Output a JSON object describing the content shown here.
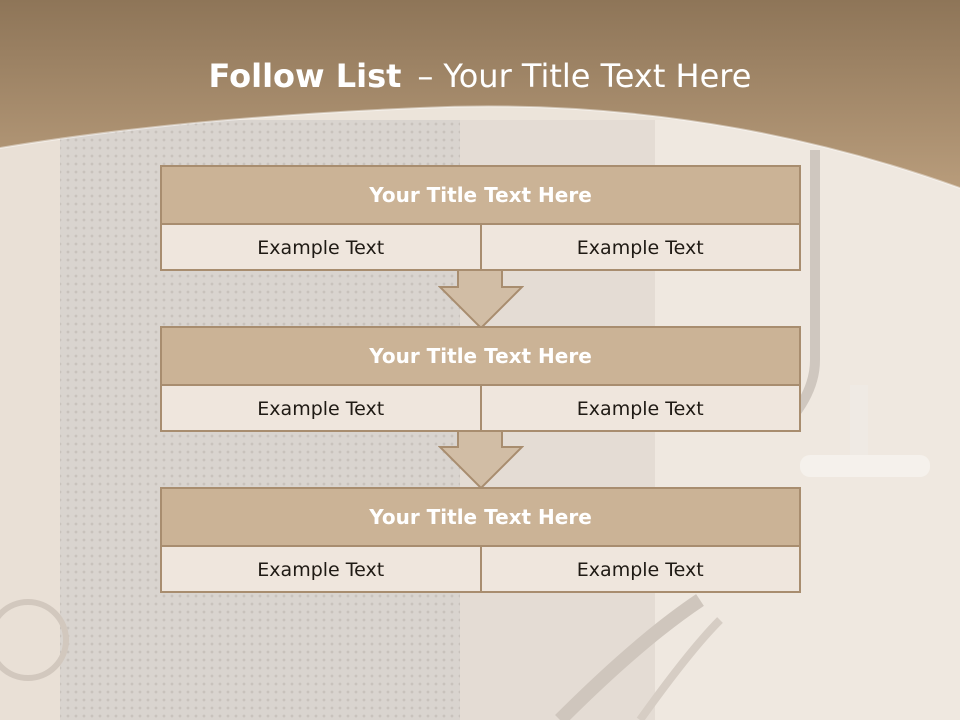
{
  "slide": {
    "title_bold": "Follow List",
    "title_dash": "–",
    "title_rest": "Your Title Text Here"
  },
  "blocks": [
    {
      "title": "Your Title Text Here",
      "left": "Example Text",
      "right": "Example Text"
    },
    {
      "title": "Your Title Text Here",
      "left": "Example Text",
      "right": "Example Text"
    },
    {
      "title": "Your Title Text Here",
      "left": "Example Text",
      "right": "Example Text"
    }
  ],
  "colors": {
    "header_band": "#a8906f",
    "block_title_fill": "#cbb396",
    "block_cell_fill": "#efe6dd",
    "border": "#a88d6f",
    "arrow_fill": "#d1bda5"
  }
}
